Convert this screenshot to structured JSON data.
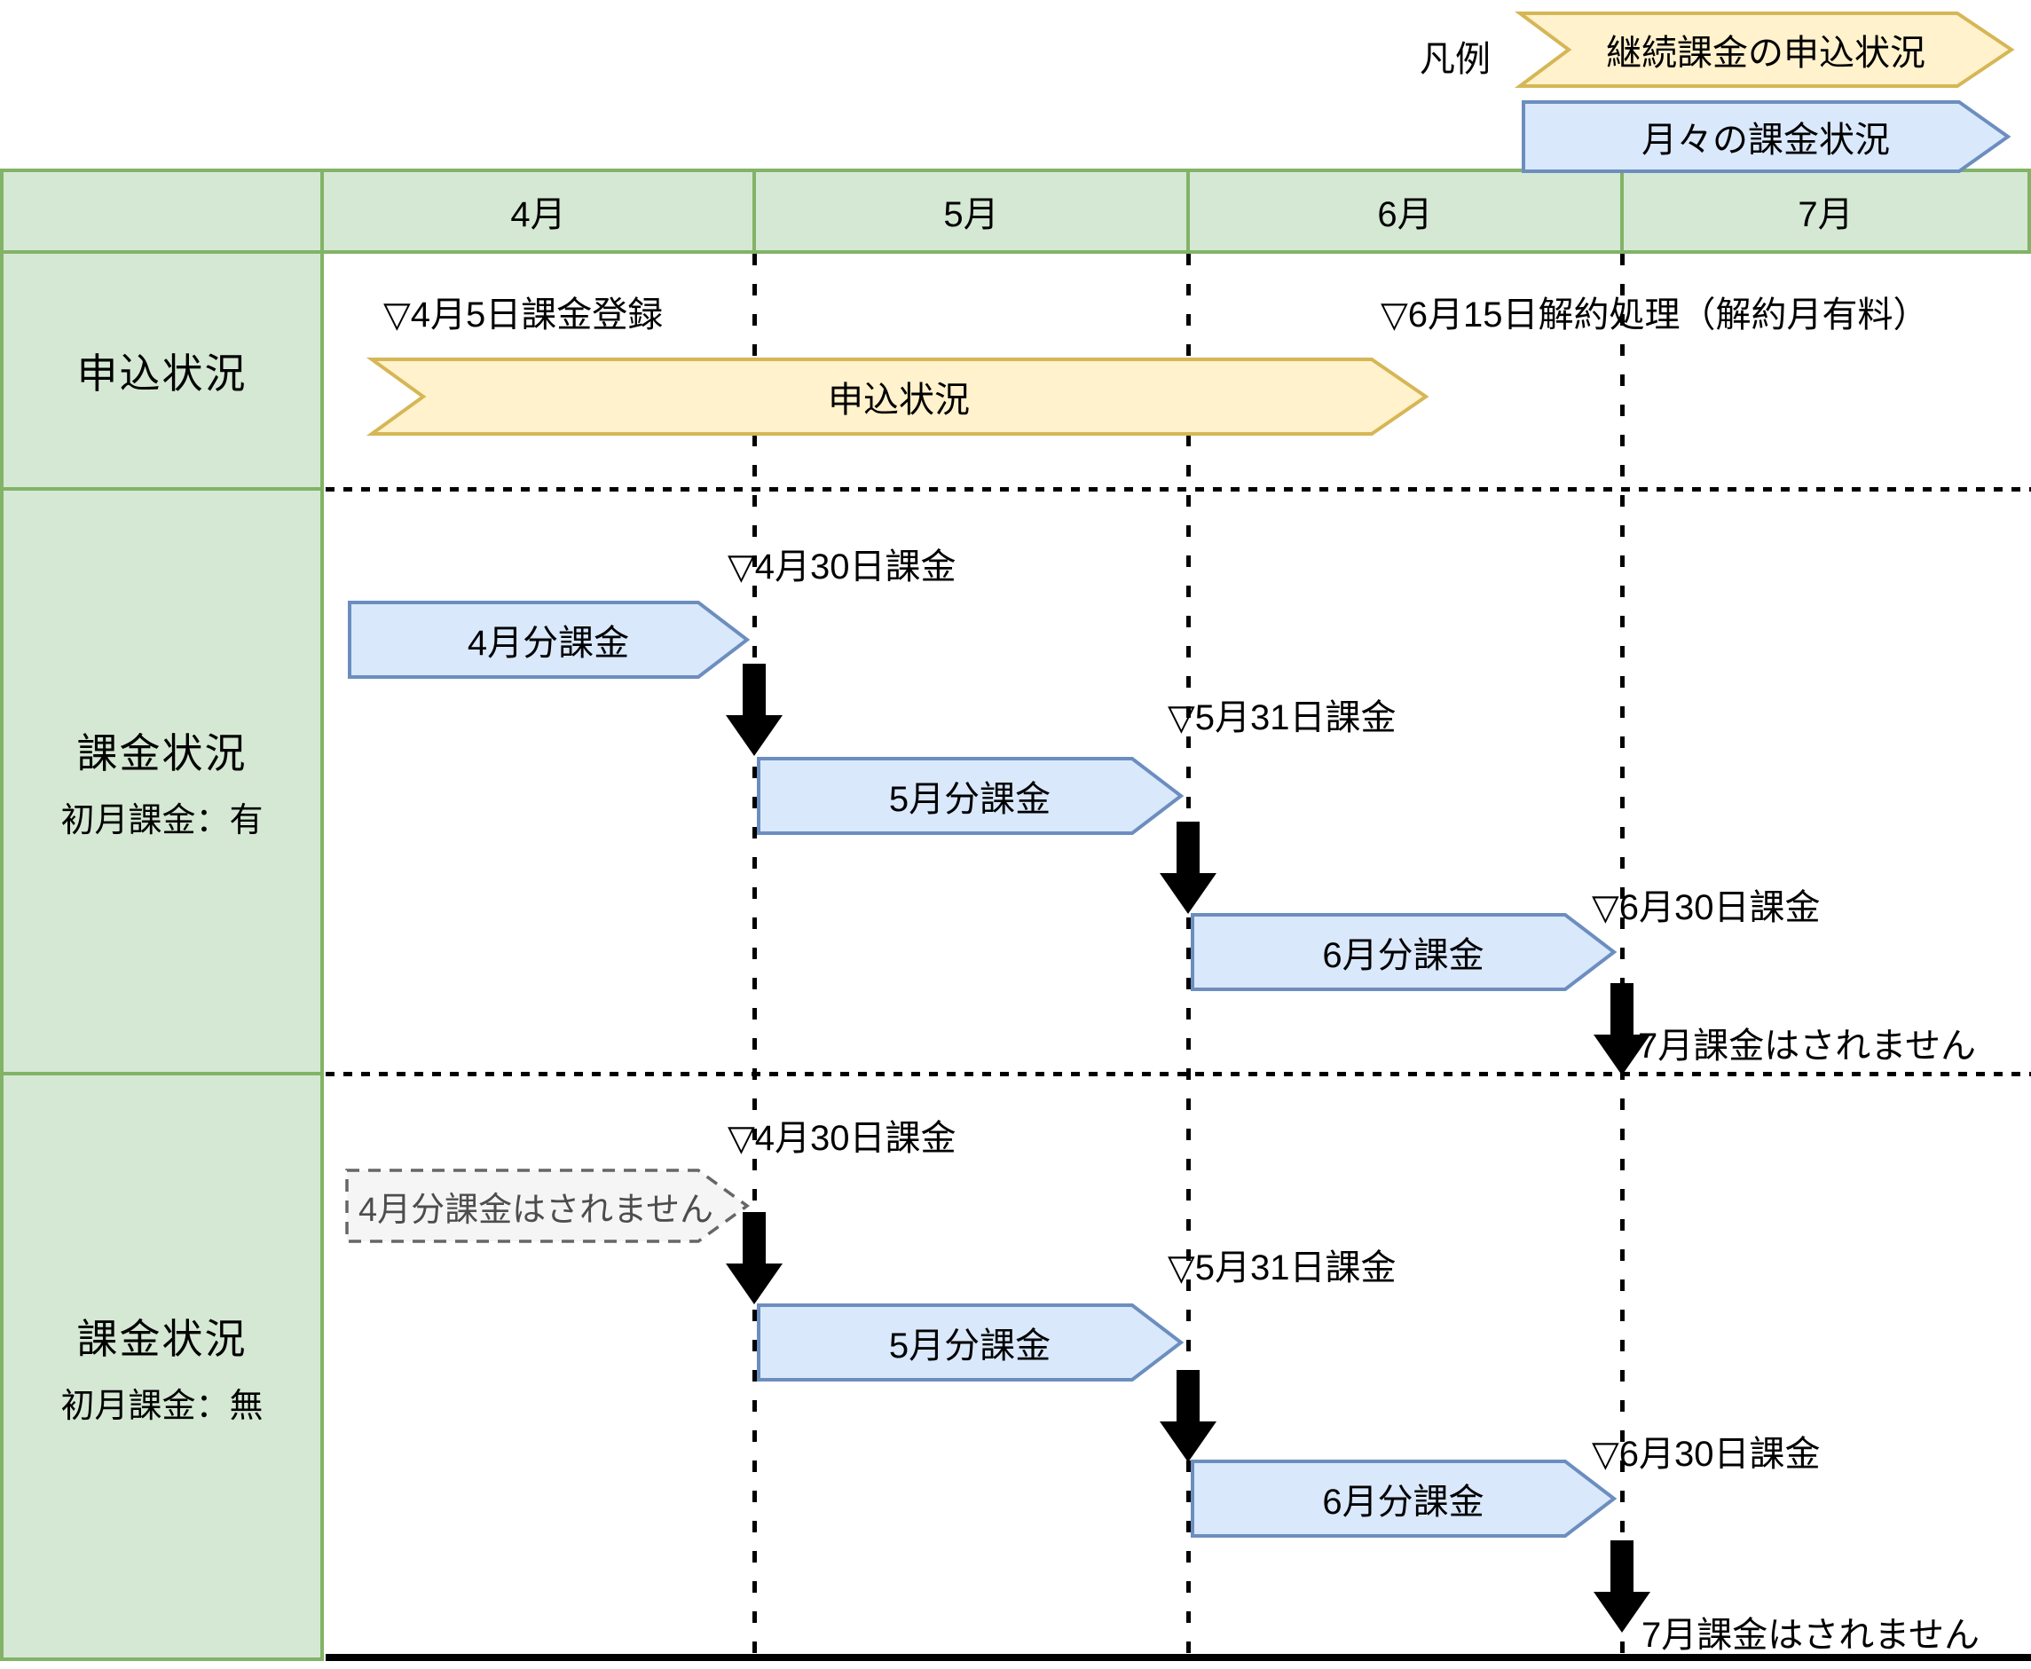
{
  "legend": {
    "label": "凡例",
    "items": [
      {
        "label": "継続課金の申込状況"
      },
      {
        "label": "月々の課金状況"
      }
    ]
  },
  "colors": {
    "green_fill": "#d5e8d4",
    "green_stroke": "#82b366",
    "yellow_fill": "#fff2cc",
    "yellow_stroke": "#d6b656",
    "blue_fill": "#dae8fc",
    "blue_stroke": "#6c8ebf",
    "gray_fill": "#f5f5f5",
    "gray_stroke": "#666666"
  },
  "table": {
    "columns": [
      "4月",
      "5月",
      "6月",
      "7月"
    ],
    "rows": [
      {
        "label": "申込状況",
        "sublabel": ""
      },
      {
        "label": "課金状況",
        "sublabel": "初月課金：有"
      },
      {
        "label": "課金状況",
        "sublabel": "初月課金：無"
      }
    ]
  },
  "row1": {
    "ann_register": "▽4月5日課金登録",
    "ann_cancel": "▽6月15日解約処理（解約月有料）",
    "arrow_label": "申込状況"
  },
  "row2": {
    "ann_apr30": "▽4月30日課金",
    "ann_may31": "▽5月31日課金",
    "ann_jun30": "▽6月30日課金",
    "arrow_apr": "4月分課金",
    "arrow_may": "5月分課金",
    "arrow_jun": "6月分課金",
    "note_jul": "7月課金はされません"
  },
  "row3": {
    "ann_apr30": "▽4月30日課金",
    "ann_may31": "▽5月31日課金",
    "ann_jun30": "▽6月30日課金",
    "no_apr": "4月分課金はされません",
    "arrow_may": "5月分課金",
    "arrow_jun": "6月分課金",
    "note_jul": "7月課金はされません"
  }
}
